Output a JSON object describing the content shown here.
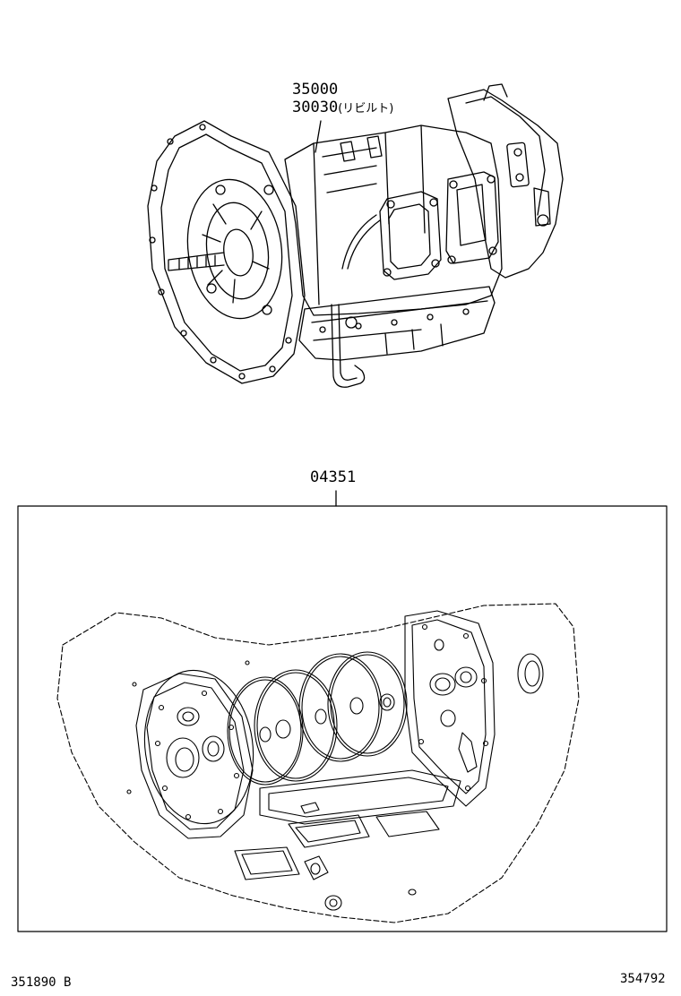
{
  "callouts": {
    "assembly_primary": "35000",
    "assembly_rebuilt_number": "30030",
    "assembly_rebuilt_note": "(リビルト)",
    "gasket_kit": "04351"
  },
  "footer": {
    "figure_code": "351890 B",
    "image_code": "354792"
  }
}
